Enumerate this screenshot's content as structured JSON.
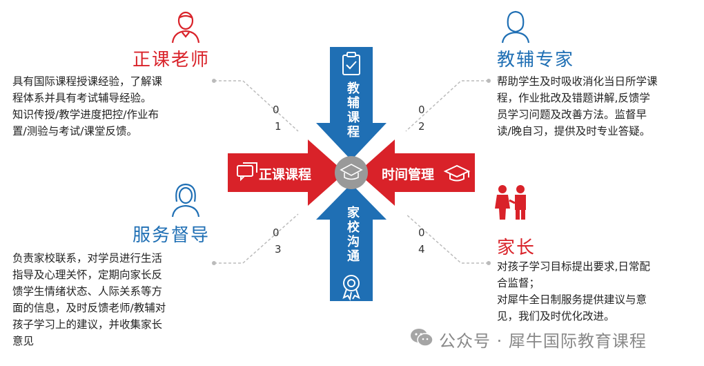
{
  "roles": {
    "teacher": {
      "title": "正课老师",
      "desc": "具有国际课程授课经验，了解课\n程体系并具有考试辅导经验。\n知识传授/教学进度把控/作业布\n置/测验与考试/课堂反馈。"
    },
    "tutor": {
      "title": "教辅专家",
      "desc": "帮助学生及时吸收消化当日所学课\n程，作业批改及错题讲解,反馈学\n员学习问题及改善方法。监督早\n读/晚自习，提供及时专业答疑。"
    },
    "supervisor": {
      "title": "服务督导",
      "desc": "负责家校联系，对学员进行生活\n指导及心理关怀，定期向家长反\n馈学生情绪状态、人际关系等方\n面的信息，及时反馈老师/教辅对\n孩子学习上的建议，并收集家长\n意见"
    },
    "parent": {
      "title": "家长",
      "desc": "对孩子学习目标提出要求,日常配\n合监督；\n对犀牛全日制服务提供建议与意\n见，我们及时优化改进。"
    }
  },
  "arrows": {
    "left": "正课课程",
    "right": "时间管理",
    "top": "教辅课程",
    "bottom": "家校沟通"
  },
  "numbers": {
    "n1a": "0",
    "n1b": "1",
    "n2a": "0",
    "n2b": "2",
    "n3a": "0",
    "n3b": "3",
    "n4a": "0",
    "n4b": "4"
  },
  "watermark": "公众号 · 犀牛国际教育课程",
  "colors": {
    "red": "#d92229",
    "blue": "#1f6fb4"
  },
  "icons": [
    "teacher-person-icon",
    "tutor-person-icon",
    "supervisor-person-icon",
    "family-icon",
    "clipboard-icon",
    "chat-icon",
    "graduation-cap-icon",
    "rosette-icon",
    "center-hub-icon",
    "wechat-icon"
  ]
}
